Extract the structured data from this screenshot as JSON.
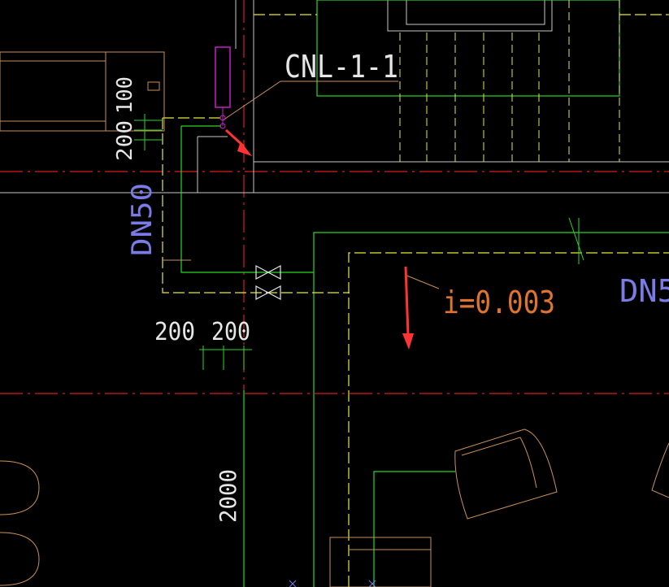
{
  "colors": {
    "background": "#000000",
    "axis_line": "#d81e1e",
    "wall_line": "#c8c8c8",
    "pipe_supply": "#27d827",
    "pipe_return": "#e8e83a",
    "furniture": "#c89058",
    "radiator": "#c81ec8",
    "dim_text": "#e6e6e6",
    "pipe_tag": "#7b7be6",
    "slope_text": "#e0742e",
    "arrow": "#ff3333",
    "valve": "#e6e6e6",
    "dim_tick": "#27d827"
  },
  "labels": {
    "riser_tag": "CNL-1-1",
    "pipe_size_left": "DN50",
    "pipe_size_right": "DN5",
    "slope": "i=0.003",
    "dim_200_vertical": "200",
    "dim_100_vertical": "100",
    "dim_200_a": "200",
    "dim_200_b": "200",
    "dim_2000": "2000"
  },
  "icons": {
    "valve_upper": "gate-valve-icon",
    "valve_lower": "gate-valve-icon",
    "arrow_upper": "red-arrow-icon",
    "arrow_lower": "red-arrow-icon"
  }
}
